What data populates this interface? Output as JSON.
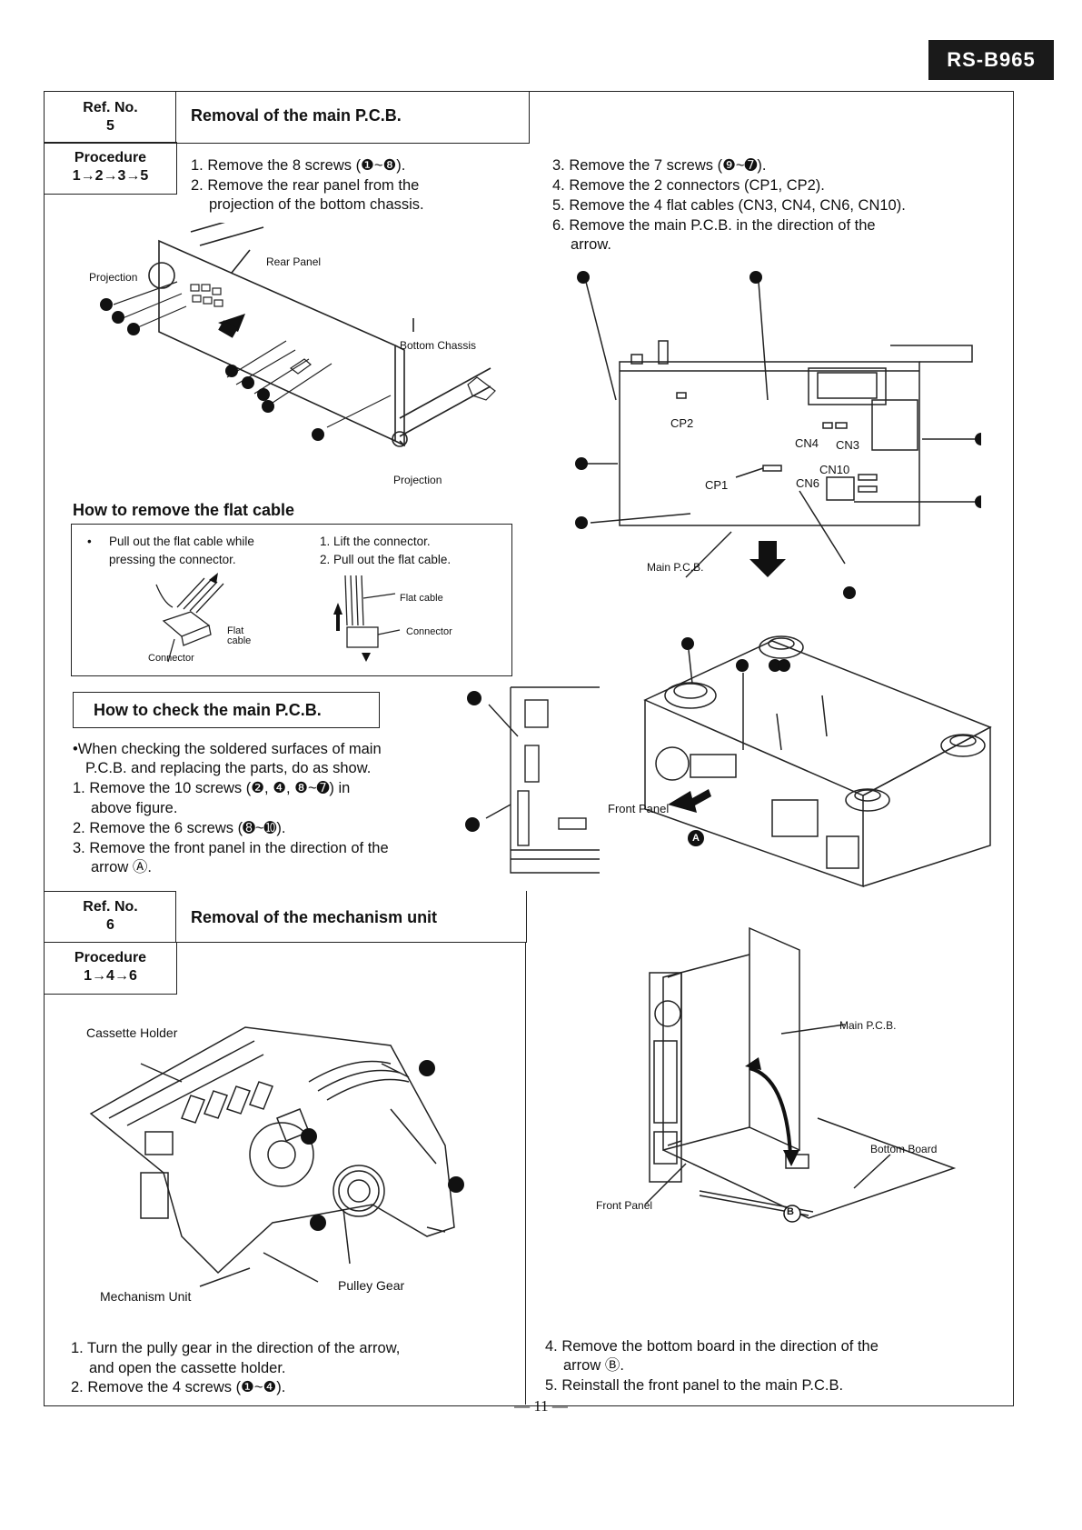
{
  "model": "RS-B965",
  "section5": {
    "ref_label": "Ref. No.",
    "ref_no": "5",
    "title": "Removal of the main P.C.B.",
    "procedure_label": "Procedure",
    "procedure_seq": "1→2→3→5",
    "steps_left": [
      "1. Remove the 8 screws (❶~❽).",
      "2. Remove the rear panel from the",
      "projection of the bottom chassis."
    ],
    "steps_right": [
      "3. Remove the 7 screws (❾~➐).",
      "4. Remove the 2 connectors (CP1, CP2).",
      "5. Remove the 4 flat cables (CN3, CN4, CN6, CN10).",
      "6. Remove the main P.C.B. in the direction of the",
      "arrow."
    ],
    "labels": {
      "projection_top": "Projection",
      "rear_panel": "Rear Panel",
      "bottom_chassis": "Bottom Chassis",
      "projection_bottom": "Projection",
      "cp2": "CP2",
      "cn4": "CN4",
      "cn3": "CN3",
      "cn10": "CN10",
      "cn6": "CN6",
      "cp1": "CP1",
      "main_pcb": "Main P.C.B."
    }
  },
  "flat_cable": {
    "heading": "How to remove the flat cable",
    "bullet": "•",
    "left_lines": [
      "Pull out the flat cable while",
      "pressing the connector."
    ],
    "right_lines": [
      "1. Lift the connector.",
      "2. Pull out the flat cable."
    ],
    "labels": {
      "flat_cable_1": "Flat",
      "flat_cable_2": "cable",
      "connector_left": "Connector",
      "flat_cable_right": "Flat cable",
      "connector_right": "Connector"
    }
  },
  "check_pcb": {
    "heading": "How to check the main P.C.B.",
    "lines": [
      "•When checking the soldered surfaces of main",
      "P.C.B. and replacing the parts, do as show.",
      "1. Remove the 10 screws (❷, ❹, ❽~➐) in",
      "above figure.",
      "2. Remove the 6 screws (➑~➓).",
      "3. Remove the front panel in the direction of the",
      "arrow Ⓐ."
    ],
    "labels": {
      "front_panel": "Front Panel",
      "arrow_a": "A"
    }
  },
  "section6": {
    "ref_label": "Ref. No.",
    "ref_no": "6",
    "title": "Removal of the mechanism unit",
    "procedure_label": "Procedure",
    "procedure_seq": "1→4→6",
    "labels": {
      "cassette_holder": "Cassette Holder",
      "mechanism_unit": "Mechanism Unit",
      "pulley_gear": "Pulley Gear",
      "main_pcb": "Main P.C.B.",
      "bottom_board": "Bottom Board",
      "front_panel": "Front Panel",
      "arrow_b": "B"
    },
    "steps_left": [
      "1. Turn the pully gear in the direction of the arrow,",
      "and open the cassette holder.",
      "2. Remove the 4 screws (❶~❹)."
    ],
    "steps_right": [
      "4. Remove the bottom board in the direction of the",
      "arrow Ⓑ.",
      "5. Reinstall the front panel to the main P.C.B."
    ]
  },
  "page_number": "— 11 —"
}
